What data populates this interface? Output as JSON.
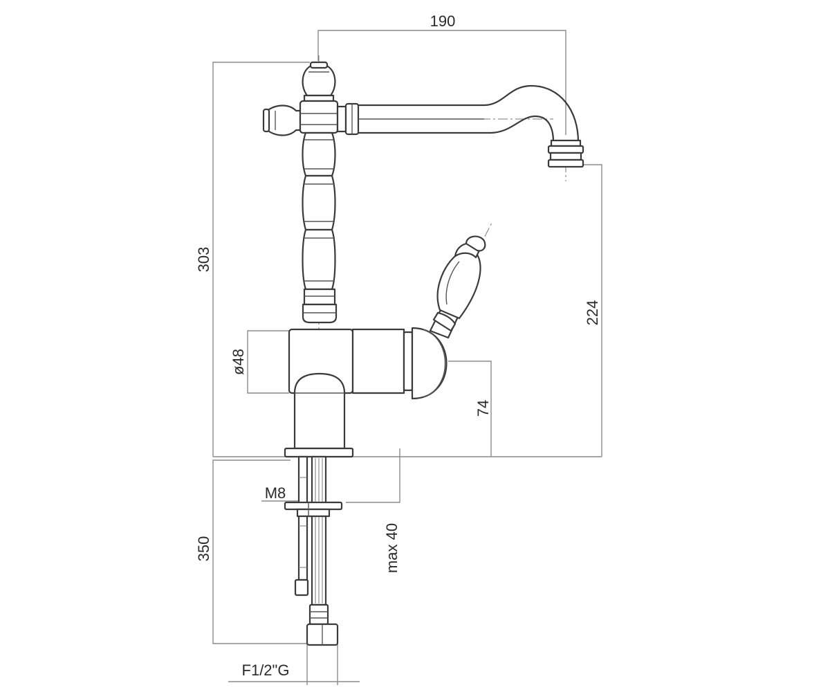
{
  "dimensions": {
    "spout_reach": "190",
    "total_height": "303",
    "outlet_height": "224",
    "body_diameter": "ø48",
    "lever_axis_height": "74",
    "flexible_hose_length": "350",
    "stud_thread": "M8",
    "max_deck_thickness": "max 40",
    "inlet_connection": "F1/2\"G"
  },
  "colors": {
    "outline": "#3a3a3a",
    "dimension_line": "#8a8a8a"
  }
}
